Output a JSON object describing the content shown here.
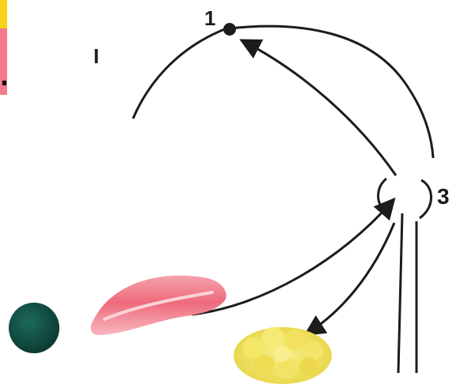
{
  "labels": {
    "point_1": "1",
    "point_3": "3",
    "roman_one": "I"
  },
  "colors": {
    "stroke": "#1c1c1c",
    "corner_yellow": "#f7d21a",
    "corner_pink": "#f37a8c",
    "dark_ball": "#10493f",
    "red_fiber": "#ef6d7c",
    "yellow_cluster": "#f2e46a"
  },
  "icons": {
    "node_1": "filled-dot",
    "dark_ball": "dark-green-ball",
    "red_fiber": "pink-fiber",
    "yellow_cluster": "yellow-cluster"
  }
}
